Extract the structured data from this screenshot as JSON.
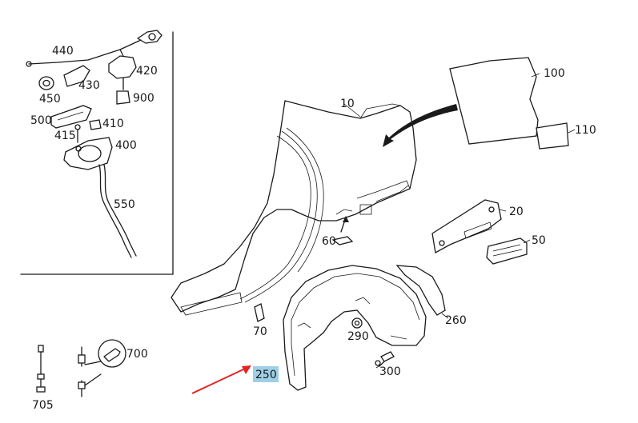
{
  "colors": {
    "highlight": "#9ecfe6",
    "pointer_arrow": "#e52222",
    "line_art": "#1a1a1a"
  },
  "parts": {
    "p440": "440",
    "p420": "420",
    "p430": "430",
    "p450": "450",
    "p900": "900",
    "p500": "500",
    "p410": "410",
    "p415": "415",
    "p400": "400",
    "p550": "550",
    "p100": "100",
    "p110": "110",
    "p10": "10",
    "p20": "20",
    "p50": "50",
    "p60": "60",
    "p70": "70",
    "p250": "250",
    "p260": "260",
    "p290": "290",
    "p300": "300",
    "p700": "700",
    "p705": "705"
  },
  "highlighted_part": "250"
}
